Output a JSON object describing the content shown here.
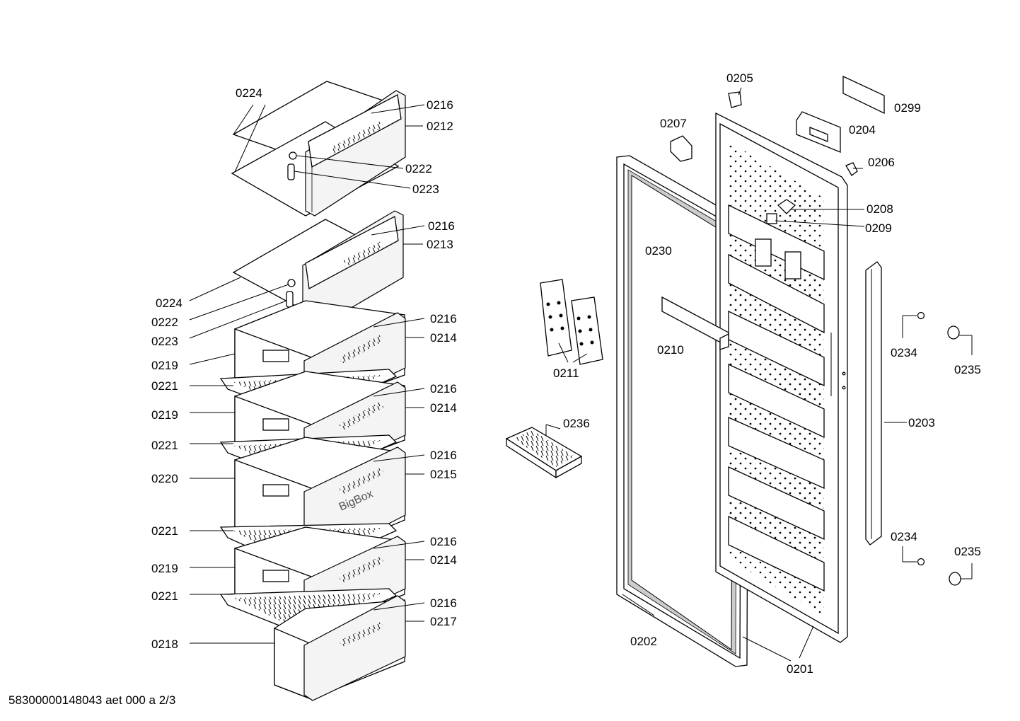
{
  "footer": {
    "document_id": "58300000148043 aet 000 a 2/3"
  },
  "drawer_branding": "BigBox",
  "callouts": {
    "c0224a": "0224",
    "c0216a": "0216",
    "c0212": "0212",
    "c0222a": "0222",
    "c0223a": "0223",
    "c0216b": "0216",
    "c0213": "0213",
    "c0224b": "0224",
    "c0222b": "0222",
    "c0223b": "0223",
    "c0216c": "0216",
    "c0214a": "0214",
    "c0219a": "0219",
    "c0221a": "0221",
    "c0216d": "0216",
    "c0214b": "0214",
    "c0219b": "0219",
    "c0221b": "0221",
    "c0216e": "0216",
    "c0215": "0215",
    "c0220": "0220",
    "c0221c": "0221",
    "c0216f": "0216",
    "c0214c": "0214",
    "c0219c": "0219",
    "c0221d": "0221",
    "c0216g": "0216",
    "c0217": "0217",
    "c0218": "0218",
    "c0211": "0211",
    "c0236": "0236",
    "c0230": "0230",
    "c0210": "0210",
    "c0202": "0202",
    "c0207": "0207",
    "c0205": "0205",
    "c0204": "0204",
    "c0299": "0299",
    "c0206": "0206",
    "c0208": "0208",
    "c0209": "0209",
    "c0201": "0201",
    "c0203": "0203",
    "c0234a": "0234",
    "c0235a": "0235",
    "c0234b": "0234",
    "c0235b": "0235"
  }
}
